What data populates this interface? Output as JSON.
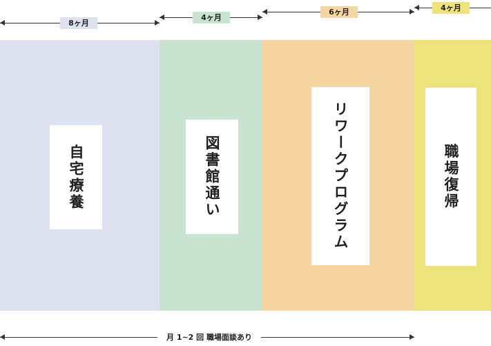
{
  "phases": [
    {
      "name": "自宅療養",
      "duration": "8ヶ月",
      "color": "#dde2f1"
    },
    {
      "name": "図書館通い",
      "duration": "4ヶ月",
      "color": "#c9e3d1"
    },
    {
      "name": "リワークプログラム",
      "duration": "6ヶ月",
      "color": "#f5d5a2"
    },
    {
      "name": "職場復帰",
      "duration": "4ヶ月",
      "color": "#ede37a"
    }
  ],
  "bottom_note": "月 1~2 回 職場面談あり"
}
